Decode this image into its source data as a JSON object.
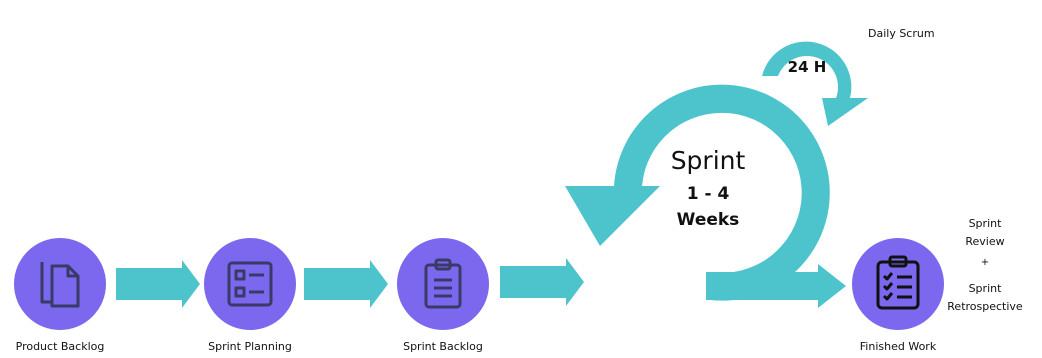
{
  "steps": [
    {
      "label": "Product Backlog",
      "icon": "documents-icon"
    },
    {
      "label": "Sprint Planning",
      "icon": "list-form-icon"
    },
    {
      "label": "Sprint Backlog",
      "icon": "clipboard-icon"
    },
    {
      "label": "Finished Work",
      "icon": "checklist-clipboard-icon"
    }
  ],
  "sprint": {
    "title": "Sprint",
    "duration_line1": "1 - 4",
    "duration_line2": "Weeks"
  },
  "daily": {
    "label": "Daily Scrum",
    "duration": "24 H"
  },
  "review": {
    "line1": "Sprint",
    "line2": "Review",
    "plus": "+",
    "line3": "Sprint",
    "line4": "Retrospective"
  },
  "colors": {
    "circle": "#7B68EE",
    "arrow": "#4DC4CC",
    "icon_stroke": "#3A3A66",
    "text": "#111111"
  }
}
